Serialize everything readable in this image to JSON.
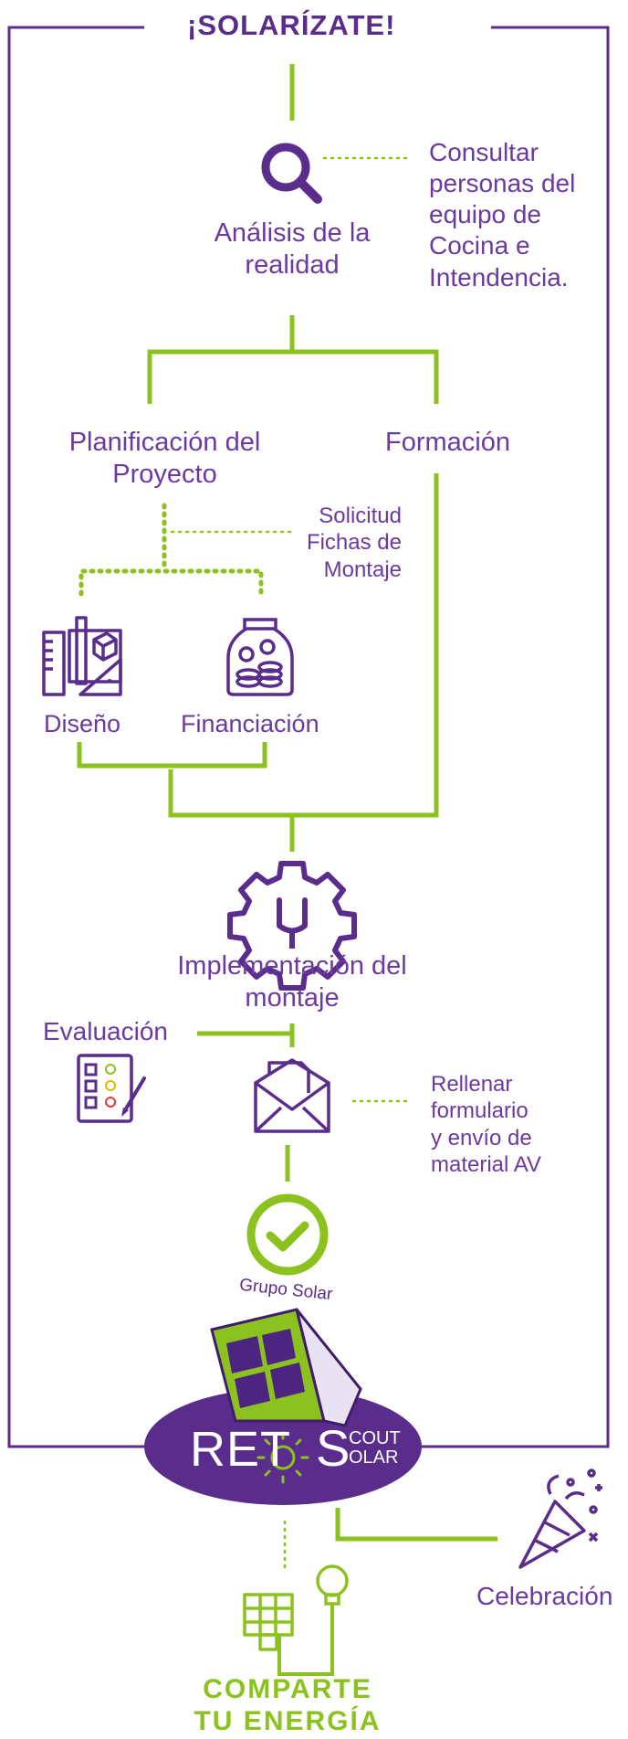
{
  "title": "¡SOLARÍZATE!",
  "steps": {
    "analysis_label": [
      "Análisis de la",
      "realidad"
    ],
    "consult_note": [
      "Consultar",
      "personas del",
      "equipo de",
      "Cocina e",
      "Intendencia."
    ],
    "planning_label": [
      "Planificación del",
      "Proyecto"
    ],
    "training_label": "Formación",
    "request_note": [
      "Solicitud",
      "Fichas de",
      "Montaje"
    ],
    "design_label": "Diseño",
    "funding_label": "Financiación",
    "implementation_label": [
      "Implementación del",
      "montaje"
    ],
    "evaluation_label": "Evaluación",
    "form_note": [
      "Rellenar",
      "formulario",
      "y envío de",
      "material AV"
    ],
    "celebration_label": "Celebración"
  },
  "badge": {
    "top_text": "Grupo Solar",
    "left_word": "RET",
    "right_cap": "S",
    "right_small_top": "COUT",
    "right_small_bottom": "OLAR"
  },
  "footer": [
    "COMPARTE",
    "TU ENERGÍA"
  ],
  "colors": {
    "purple": "#5a2d8c",
    "text_purple": "#6b3aa0",
    "green": "#8cc21f",
    "dark_purple_fill": "#4b2580"
  }
}
